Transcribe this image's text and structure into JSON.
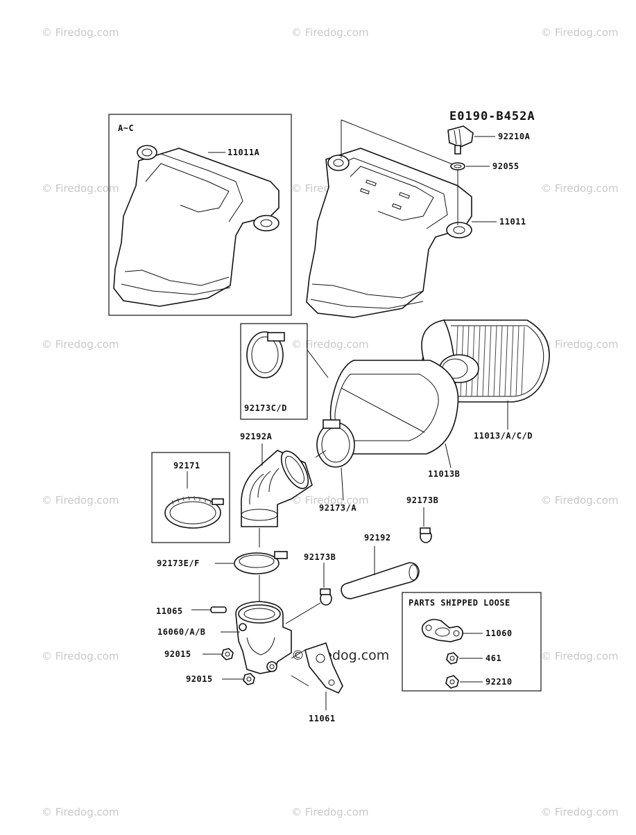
{
  "diagram": {
    "code": "E0190-B452A",
    "group_a_label": "A~C",
    "loose_parts_title": "PARTS SHIPPED LOOSE",
    "callouts": {
      "p11011A": "11011A",
      "p92210A": "92210A",
      "p92055": "92055",
      "p11011": "11011",
      "p92173CD": "92173C/D",
      "p11013ACD": "11013/A/C/D",
      "p92192A": "92192A",
      "p11013B": "11013B",
      "p92171": "92171",
      "p92173A": "92173/A",
      "p92173B_top": "92173B",
      "p92192": "92192",
      "p92173EF": "92173E/F",
      "p92173B_mid": "92173B",
      "p11065": "11065",
      "p16060AB": "16060/A/B",
      "p92015_a": "92015",
      "p92015_b": "92015",
      "p11061": "11061",
      "p11060": "11060",
      "p461": "461",
      "p92210": "92210"
    }
  },
  "watermark": "© Firedog.com"
}
